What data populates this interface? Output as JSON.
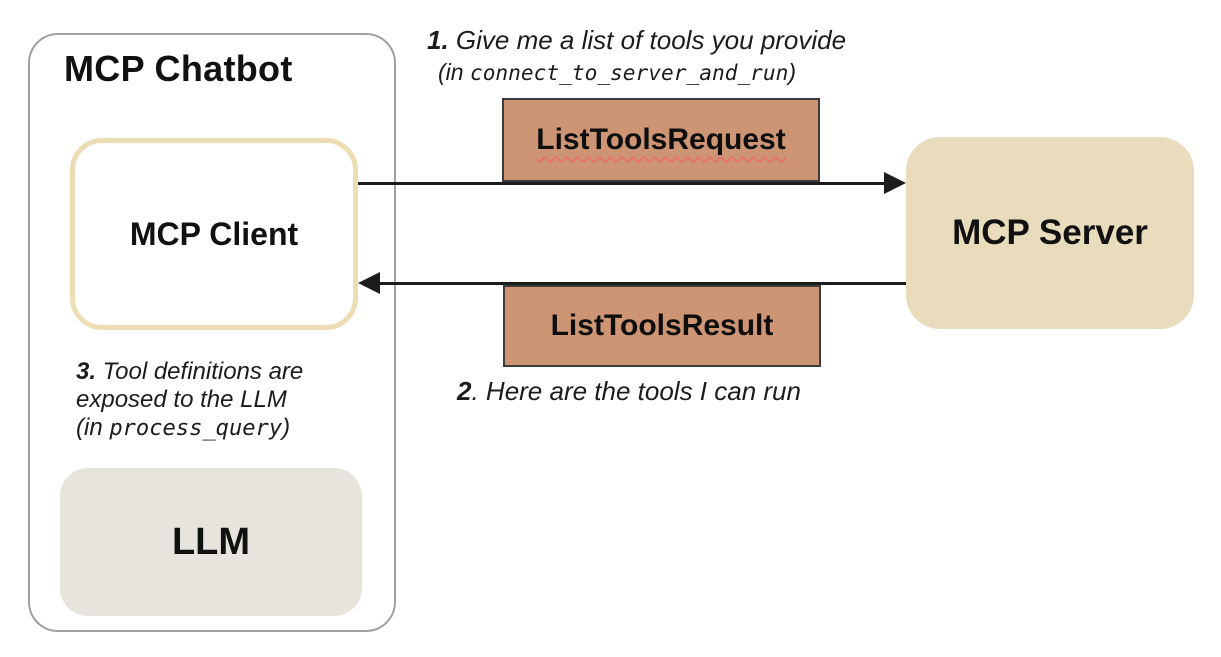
{
  "chatbot": {
    "title": "MCP Chatbot"
  },
  "client": {
    "label": "MCP Client"
  },
  "llm": {
    "label": "LLM"
  },
  "server": {
    "label": "MCP Server"
  },
  "messages": {
    "request": "ListToolsRequest",
    "result": "ListToolsResult"
  },
  "steps": {
    "step1": {
      "num": "1.",
      "text": " Give me a list of tools you provide",
      "code_prefix": "(in ",
      "code": "connect_to_server_and_run",
      "code_suffix": ")"
    },
    "step2": {
      "num": "2",
      "text": ". Here are the tools I can run"
    },
    "step3": {
      "num": "3.",
      "line1": " Tool definitions are",
      "line2": "exposed to the LLM",
      "code_prefix": "(in ",
      "code": "process_query",
      "code_suffix": ")"
    }
  },
  "colors": {
    "message-bg": "#cd9573",
    "message-border": "#3c3c3c",
    "server-fill": "#e9dcbc",
    "client-border": "#ecddb4",
    "llm-fill": "#e7e4dd",
    "chatbot-border": "#a0a0a0",
    "arrow": "#1c1c1c",
    "text": "#111111",
    "squiggle": "#e57368"
  }
}
